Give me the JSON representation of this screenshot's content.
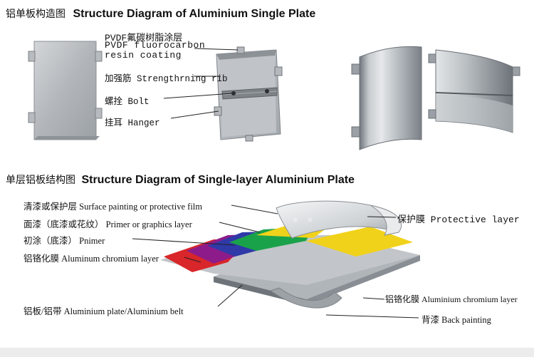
{
  "top_section": {
    "title_cn": "铝单板构造图",
    "title_en": "Structure Diagram of Aluminium Single Plate",
    "labels": {
      "coating_cn": "PVDF氟碳树脂涂层",
      "coating_en_line1": "PVDF fluorocarbon",
      "coating_en_line2": "resin coating",
      "rib": "加强筋 Strengthrning rib",
      "bolt": "螺拴 Bolt",
      "hanger": "挂耳 Hanger"
    }
  },
  "bottom_section": {
    "title_cn": "单层铝板结构图",
    "title_en": "Structure Diagram of Single-layer Aluminium Plate",
    "labels": {
      "surface": "清漆或保护层 Surface painting or protective film",
      "primer_graphics": "面漆（底漆或花纹） Primer or graphics layer",
      "pnimer": "初涂（底漆） Pnimer",
      "chromium_left": "铝铬化膜 Aluminum chromium layer",
      "plate_belt": "铝板/铝带 Aluminium plate/Aluminium belt",
      "protective": "保护膜 Protective layer",
      "chromium_right": "铝铬化膜 Aluminium chromium layer",
      "back": "背漆 Back painting"
    }
  },
  "colors": {
    "panel": "#b4b8bc",
    "layer_red": "#d8262a",
    "layer_purple": "#8d1c8a",
    "layer_blue": "#2f39a8",
    "layer_green": "#1aa24a",
    "layer_yellow": "#f1d21a",
    "plate_gray": "#9ea3a8"
  }
}
